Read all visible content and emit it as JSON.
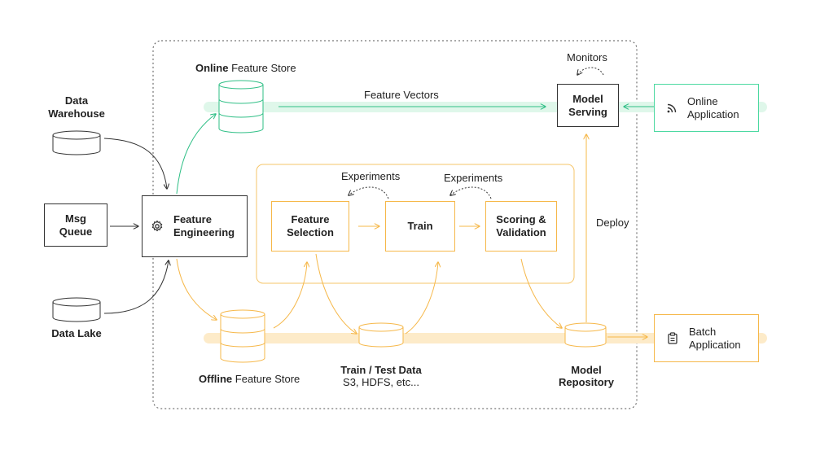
{
  "sources": {
    "data_warehouse": "Data\nWarehouse",
    "msg_queue": "Msg\nQueue",
    "data_lake": "Data Lake"
  },
  "feature_engineering": "Feature\nEngineering",
  "online_store": {
    "bold": "Online",
    "rest": " Feature Store"
  },
  "offline_store": {
    "bold": "Offline",
    "rest": " Feature Store"
  },
  "feature_vectors": "Feature Vectors",
  "monitors": "Monitors",
  "model_serving": "Model\nServing",
  "online_application": "Online\nApplication",
  "batch_application": "Batch\nApplication",
  "deploy": "Deploy",
  "experiments_1": "Experiments",
  "experiments_2": "Experiments",
  "feature_selection": "Feature\nSelection",
  "train": "Train",
  "scoring_validation": "Scoring &\nValidation",
  "train_test_data": {
    "title": "Train / Test Data",
    "sub": "S3, HDFS, etc..."
  },
  "model_repository": "Model\nRepository",
  "colors": {
    "green": "#4cd9a1",
    "green_band": "#dff7ea",
    "orange": "#f6b84a",
    "orange_band": "#fdebc9",
    "dark": "#333333"
  }
}
